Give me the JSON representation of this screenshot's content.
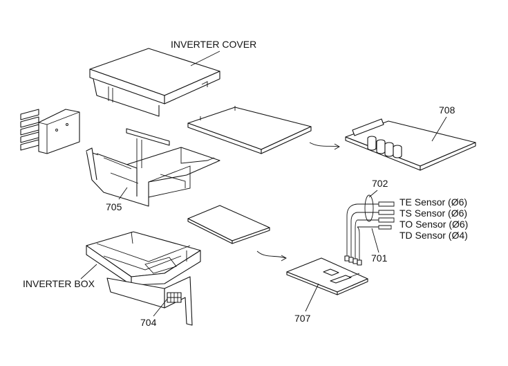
{
  "labels": {
    "inverter_cover": "INVERTER COVER",
    "p708": "708",
    "p705": "705",
    "p702": "702",
    "te_sensor": "TE Sensor (Ø6)",
    "ts_sensor": "TS Sensor (Ø6)",
    "to_sensor": "TO Sensor (Ø6)",
    "td_sensor": "TD Sensor (Ø4)",
    "p701": "701",
    "inverter_box": "INVERTER BOX",
    "p704": "704",
    "p707": "707"
  },
  "colors": {
    "line": "#111111",
    "background": "#ffffff"
  }
}
